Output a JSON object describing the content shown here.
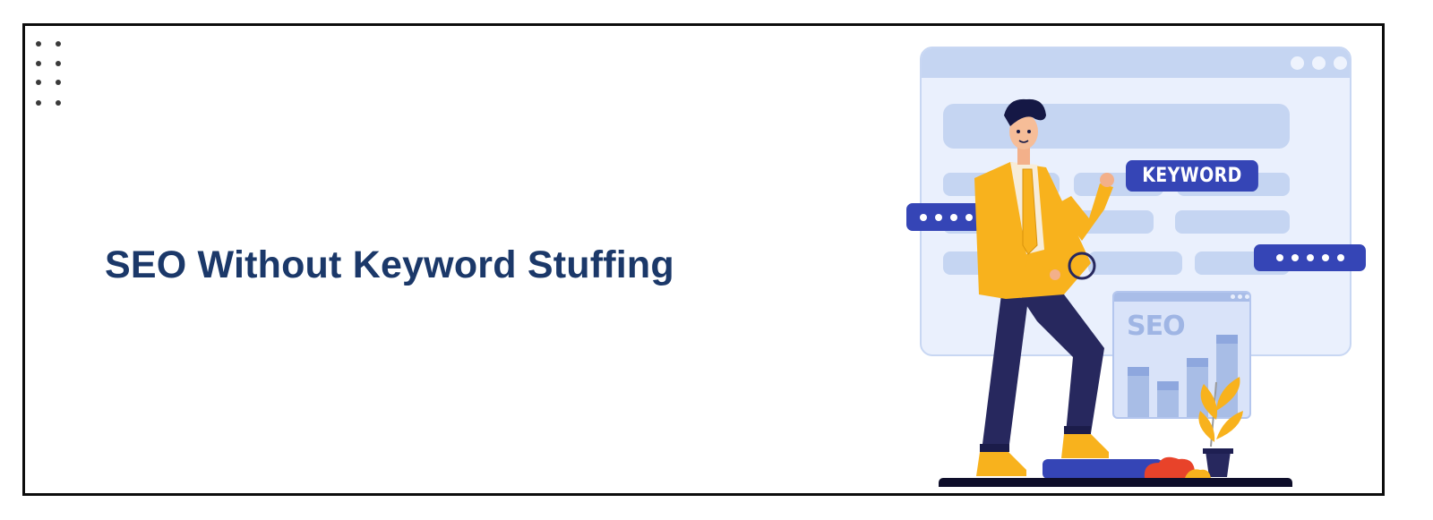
{
  "banner": {
    "title": "SEO Without Keyword Stuffing",
    "title_color": "#1b3869",
    "border_color": "#0c0c0c",
    "decor_dots": 8
  },
  "illustration": {
    "keyword_badge": "KEYWORD",
    "chart_panel_label": "SEO",
    "left_bubble_dots": 4,
    "right_bubble_dots": 5,
    "window_dots": 3,
    "colors": {
      "accent_blue": "#3545b6",
      "window_fill": "#eaf0fd",
      "window_bar": "#c5d5f2",
      "jacket_yellow": "#f8b21d",
      "pants_navy": "#27285e"
    }
  }
}
